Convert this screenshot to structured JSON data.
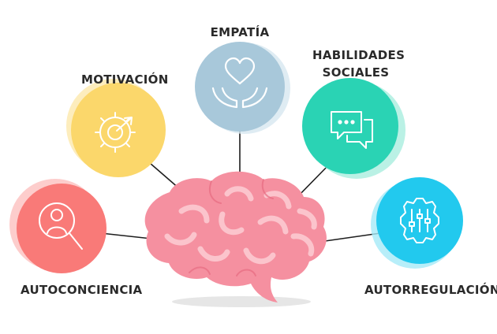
{
  "labels": {
    "empatia": "EMPATÍA",
    "motivacion": "MOTIVACIÓN",
    "habilidades_line1": "HABILIDADES",
    "habilidades_line2": "SOCIALES",
    "autoconciencia": "AUTOCONCIENCIA",
    "autorregulacion": "AUTORREGULACIÓN"
  },
  "colors": {
    "empatia": "#a8c8da",
    "motivacion": "#fbd76b",
    "habilidades": "#2ad3b4",
    "autoconciencia": "#f97a78",
    "autorregulacion": "#22c9ee",
    "brain": "#f590a0",
    "brain_highlight": "#fbc4cc",
    "connector": "#1e1e1e"
  },
  "icons": {
    "empatia": "heart-hands-icon",
    "motivacion": "gear-arrow-icon",
    "habilidades": "chat-bubbles-icon",
    "autoconciencia": "person-magnifier-icon",
    "autorregulacion": "gear-sliders-icon"
  }
}
